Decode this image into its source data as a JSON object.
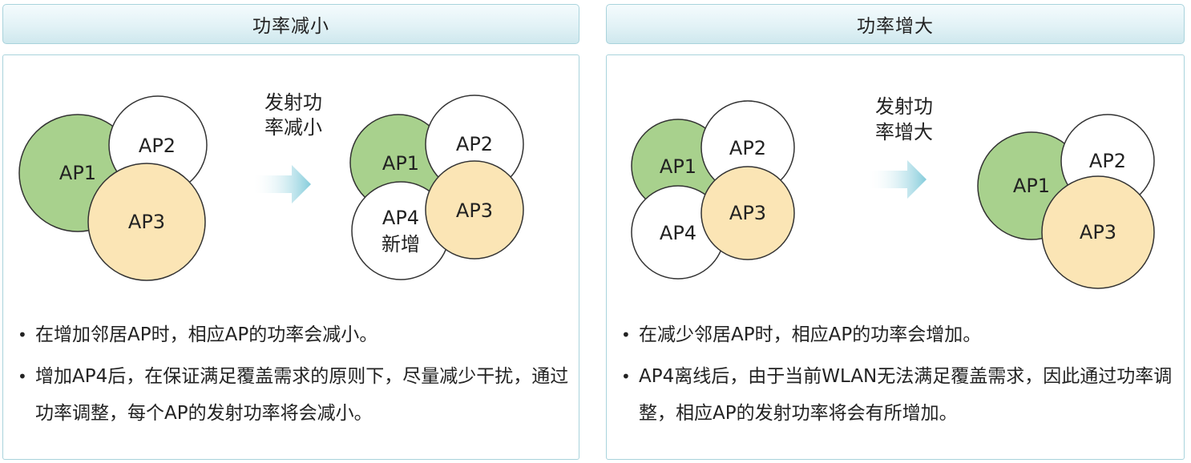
{
  "panels": [
    {
      "title": "功率减小",
      "arrow_label_lines": [
        "发射功",
        "率减小"
      ],
      "before": {
        "circles": [
          {
            "label": "AP1",
            "fill": "#a8d18d"
          },
          {
            "label": "AP2",
            "fill": "#ffffff"
          },
          {
            "label": "AP3",
            "fill": "#fbe5b5"
          }
        ]
      },
      "after": {
        "circles": [
          {
            "label": "AP1",
            "fill": "#a8d18d"
          },
          {
            "label": "AP4",
            "sublabel": "新增",
            "fill": "#ffffff"
          },
          {
            "label": "AP2",
            "fill": "#ffffff"
          },
          {
            "label": "AP3",
            "fill": "#fbe5b5"
          }
        ]
      },
      "bullets": [
        "在增加邻居AP时，相应AP的功率会减小。",
        "增加AP4后，在保证满足覆盖需求的原则下，尽量减少干扰，通过功率调整，每个AP的发射功率将会减小。"
      ]
    },
    {
      "title": "功率增大",
      "arrow_label_lines": [
        "发射功",
        "率增大"
      ],
      "before": {
        "circles": [
          {
            "label": "AP1",
            "fill": "#a8d18d"
          },
          {
            "label": "AP4",
            "fill": "#ffffff"
          },
          {
            "label": "AP2",
            "fill": "#ffffff"
          },
          {
            "label": "AP3",
            "fill": "#fbe5b5"
          }
        ]
      },
      "after": {
        "circles": [
          {
            "label": "AP1",
            "fill": "#a8d18d"
          },
          {
            "label": "AP2",
            "fill": "#ffffff"
          },
          {
            "label": "AP3",
            "fill": "#fbe5b5"
          }
        ]
      },
      "bullets": [
        "在减少邻居AP时，相应AP的功率会增加。",
        "AP4离线后，由于当前WLAN无法满足覆盖需求，因此通过功率调整，相应AP的发射功率将会有所增加。"
      ]
    }
  ],
  "colors": {
    "circle_stroke": "#333333",
    "arrow_start": "#ffffff",
    "arrow_end": "#84ccdb",
    "header_border": "#a9d3dc"
  }
}
